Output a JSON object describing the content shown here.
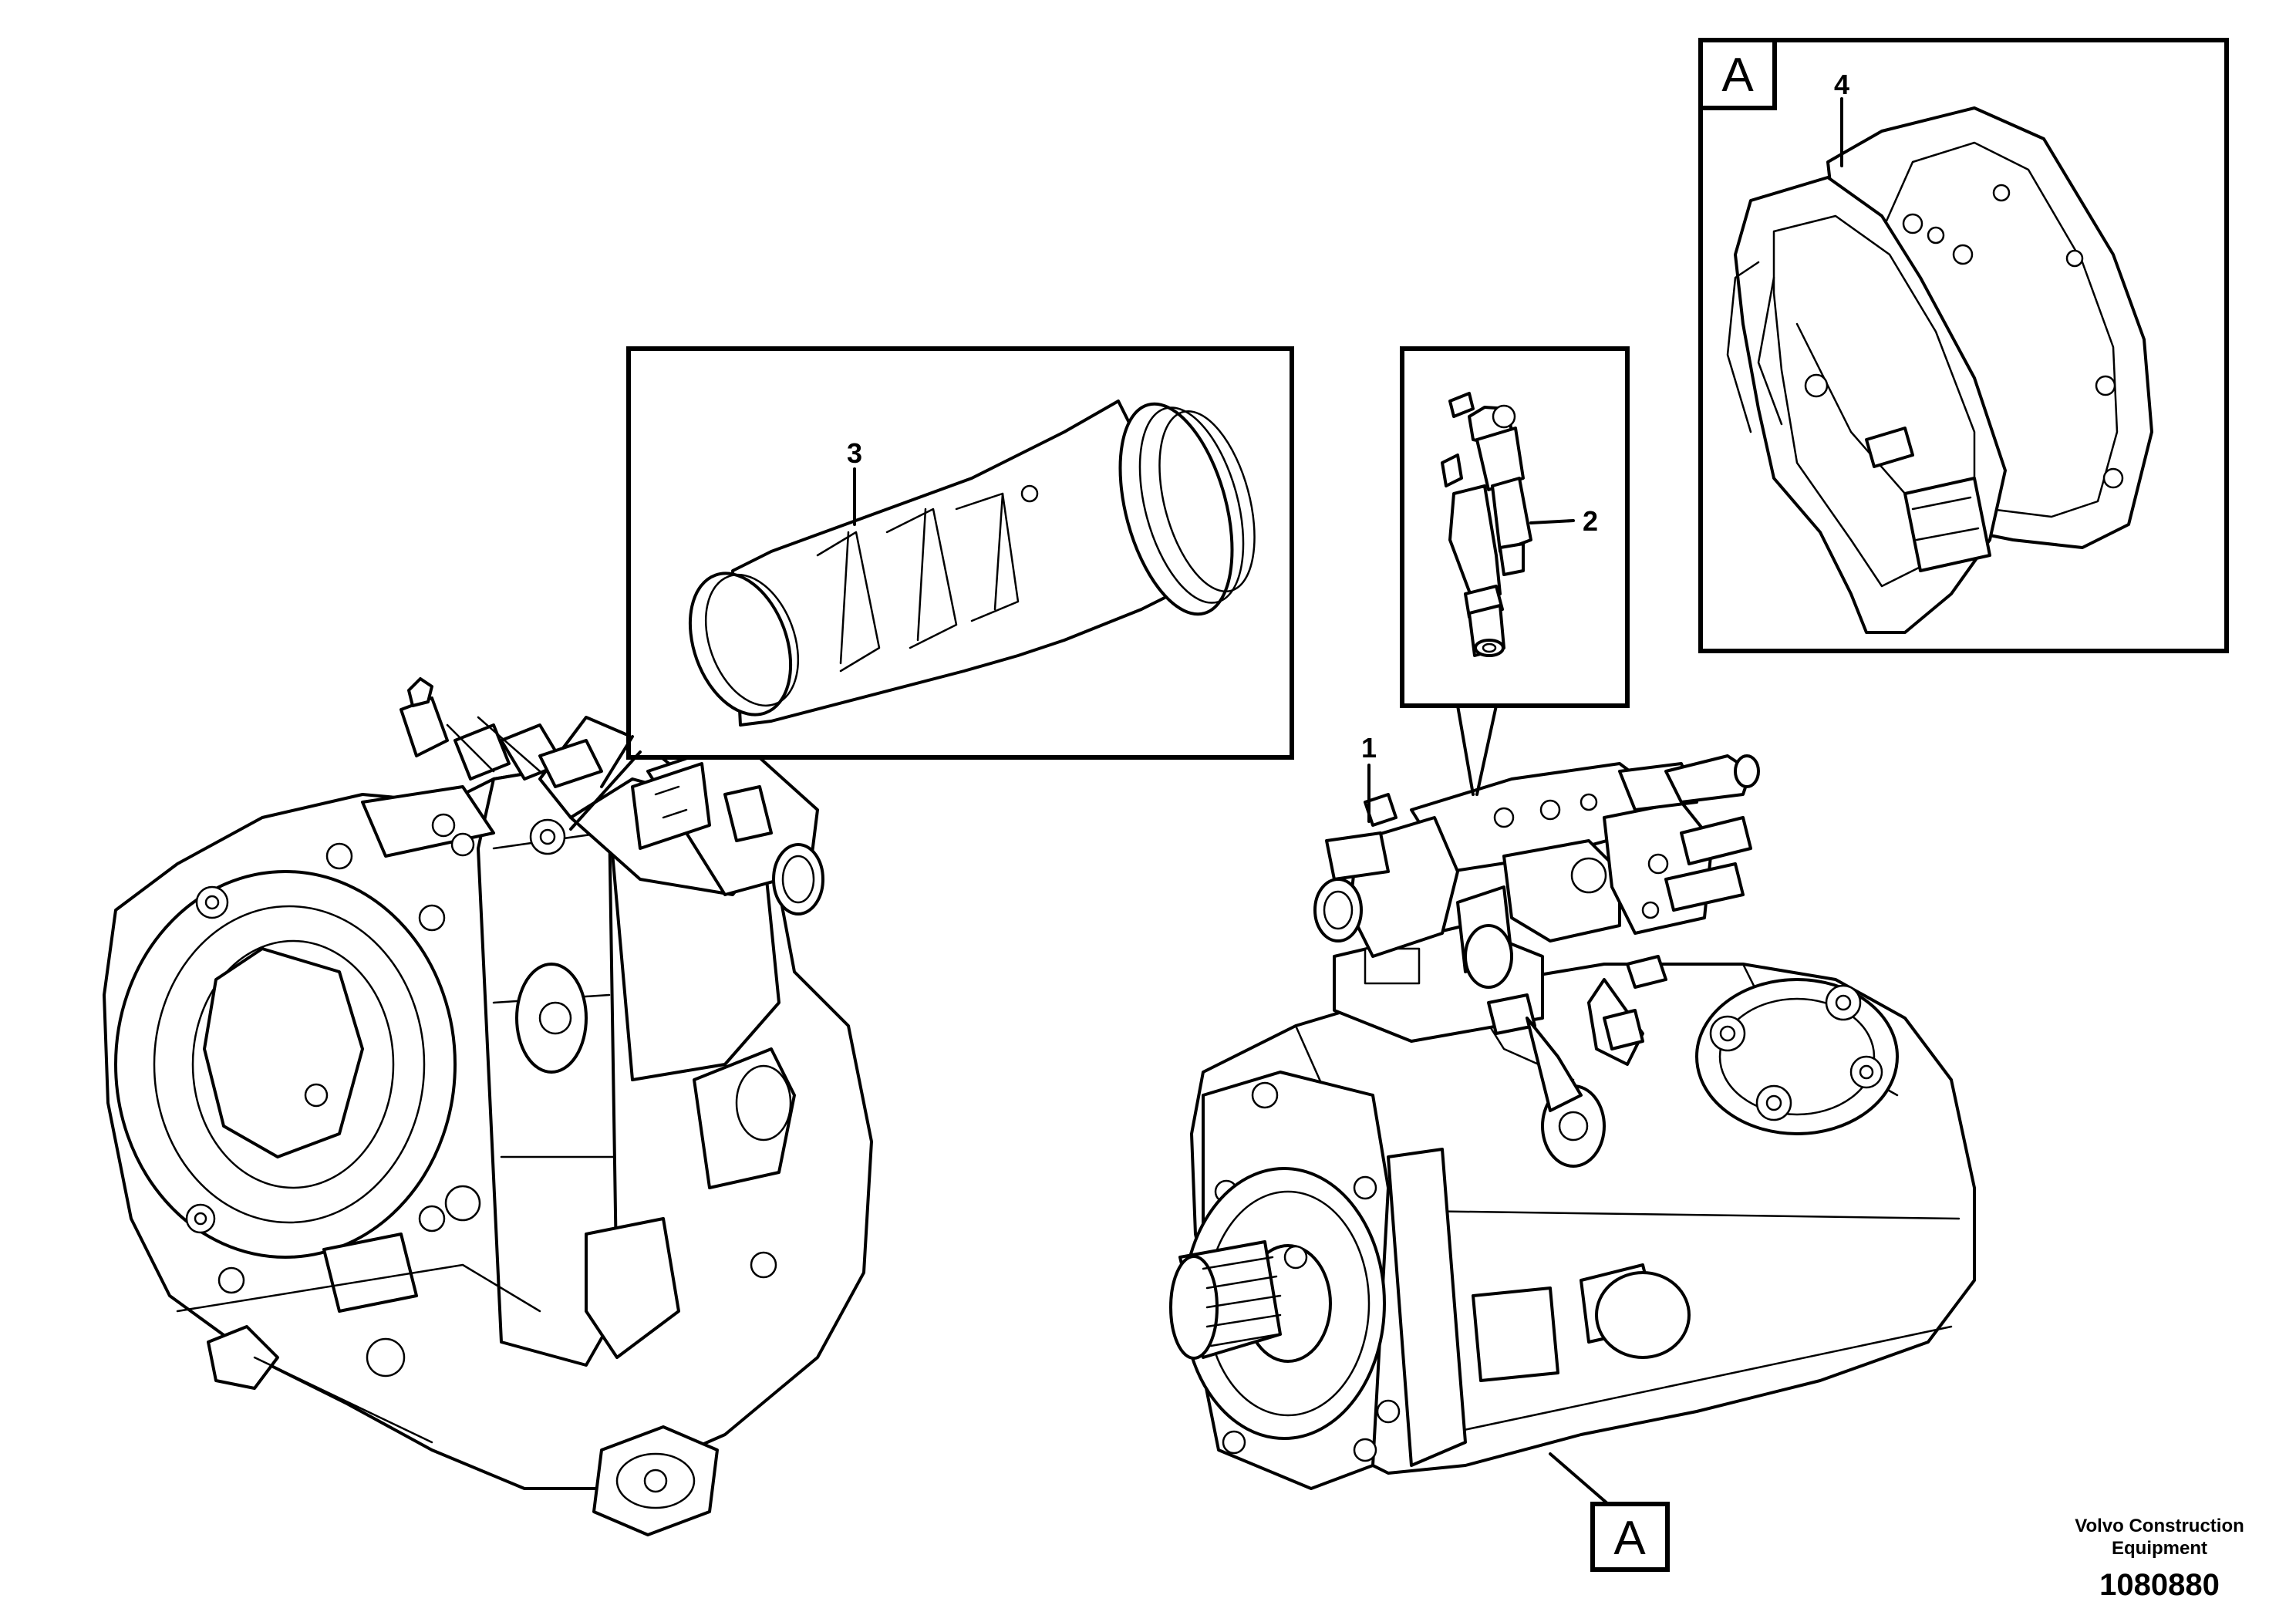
{
  "callouts": {
    "c1": "1",
    "c2": "2",
    "c3": "3",
    "c4": "4"
  },
  "detail_labels": {
    "detail_box": "A",
    "pump_marker": "A"
  },
  "footer": {
    "brand_line1": "Volvo Construction",
    "brand_line2": "Equipment",
    "drawing_number": "1080880"
  }
}
